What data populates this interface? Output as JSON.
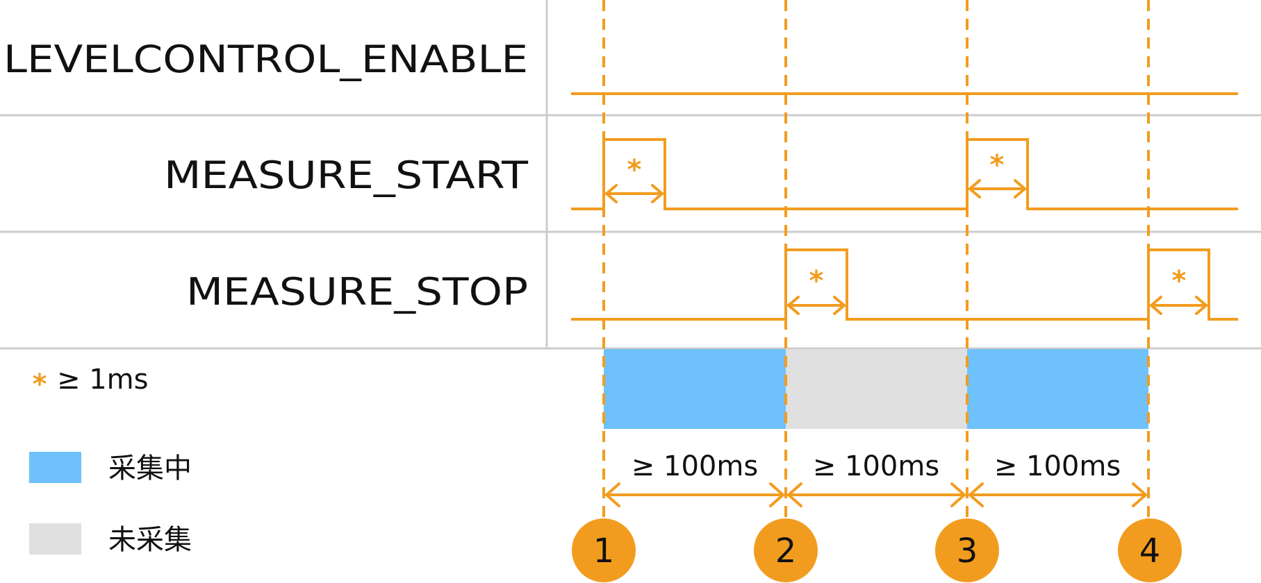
{
  "signals": [
    {
      "name": "LEVELCONTROL_ENABLE"
    },
    {
      "name": "MEASURE_START"
    },
    {
      "name": "MEASURE_STOP"
    }
  ],
  "pulse_marker": "*",
  "legend": {
    "pulse_note": {
      "symbol": "*",
      "text": "≥ 1ms"
    },
    "collecting": {
      "label": "采集中",
      "color": "#6ec1fa"
    },
    "not_collecting": {
      "label": "未采集",
      "color": "#e0e0e0"
    }
  },
  "intervals": [
    {
      "label": "≥ 100ms",
      "state": "collecting"
    },
    {
      "label": "≥ 100ms",
      "state": "not_collecting"
    },
    {
      "label": "≥ 100ms",
      "state": "collecting"
    }
  ],
  "markers": [
    "1",
    "2",
    "3",
    "4"
  ],
  "colors": {
    "signal": "#f29c1f",
    "grid": "#cccccc",
    "text": "#111111",
    "collecting": "#6ec1fa",
    "not_collecting": "#e0e0e0"
  }
}
